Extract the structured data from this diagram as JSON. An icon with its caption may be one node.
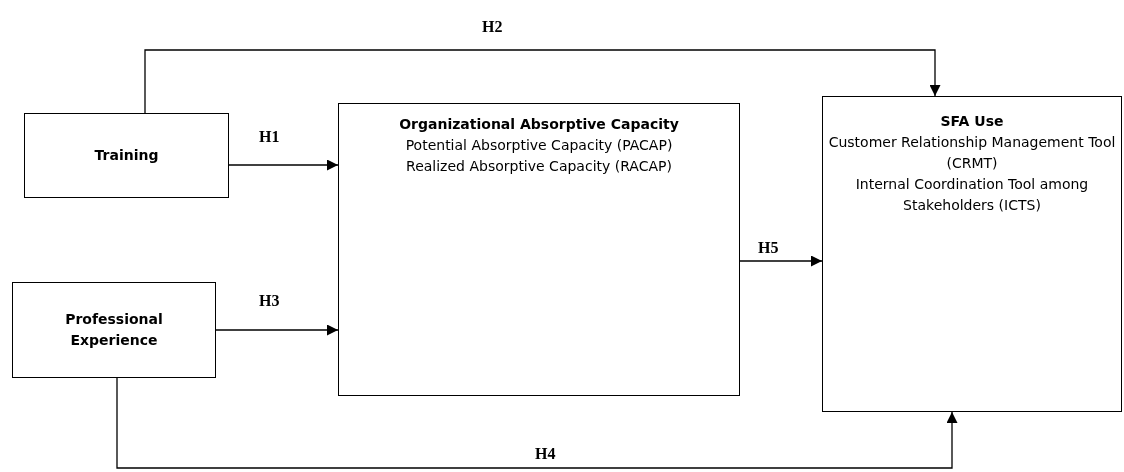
{
  "diagram": {
    "nodes": [
      {
        "text": [
          "Training"
        ]
      },
      {
        "text": [
          "Professional Experience"
        ]
      },
      {
        "text": [
          "Organizational Absorptive Capacity",
          "Potential Absorptive Capacity (PACAP)",
          "Realized Absorptive Capacity (RACAP)"
        ]
      },
      {
        "text": [
          "SFA Use",
          "Customer Relationship Management Tool (CRMT)",
          "Internal Coordination Tool among Stakeholders (ICTS)"
        ]
      }
    ],
    "edges": [
      {
        "from": 0,
        "to": 2,
        "arrow": "to",
        "label": "H1"
      },
      {
        "from": 0,
        "to": 3,
        "arrow": "to",
        "label": "H2"
      },
      {
        "from": 1,
        "to": 2,
        "arrow": "to",
        "label": "H3"
      },
      {
        "from": 1,
        "to": 3,
        "arrow": "to",
        "label": "H4"
      },
      {
        "from": 2,
        "to": 3,
        "arrow": "to",
        "label": "H5"
      }
    ]
  }
}
